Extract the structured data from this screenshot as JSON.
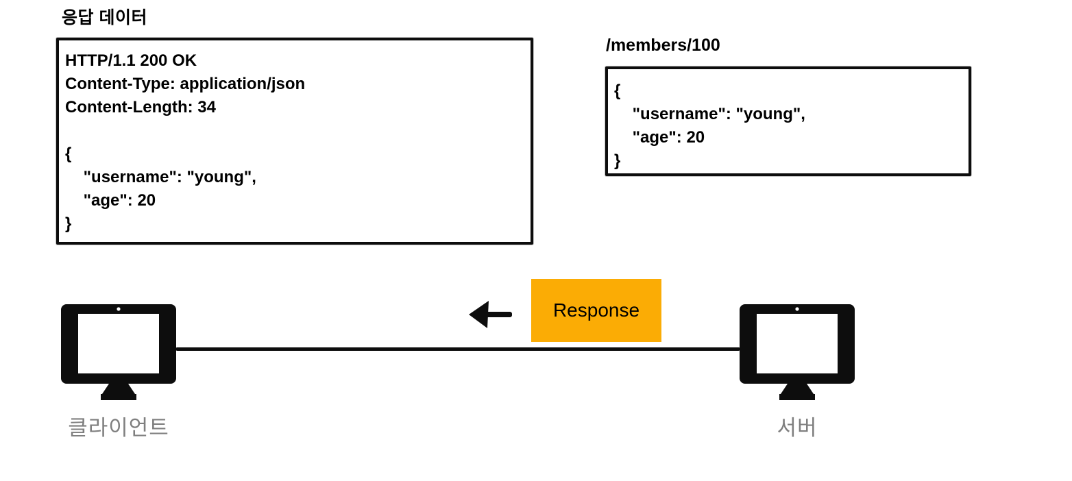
{
  "colors": {
    "accent_orange": "#fbac05",
    "label_gray": "#7f7f7f",
    "ink": "#0d0d0d",
    "background": "#ffffff"
  },
  "response_section": {
    "title": "응답 데이터",
    "http_lines": [
      "HTTP/1.1 200 OK",
      "Content-Type: application/json",
      "Content-Length: 34",
      "",
      "{",
      "    \"username\": \"young\",",
      "    \"age\": 20",
      "}"
    ]
  },
  "server_resource": {
    "path": "/members/100",
    "json_lines": [
      "{",
      "    \"username\": \"young\",",
      "    \"age\": 20",
      "}"
    ]
  },
  "flow": {
    "label": "Response",
    "direction": "left"
  },
  "nodes": {
    "client": {
      "label": "클라이언트"
    },
    "server": {
      "label": "서버"
    }
  }
}
